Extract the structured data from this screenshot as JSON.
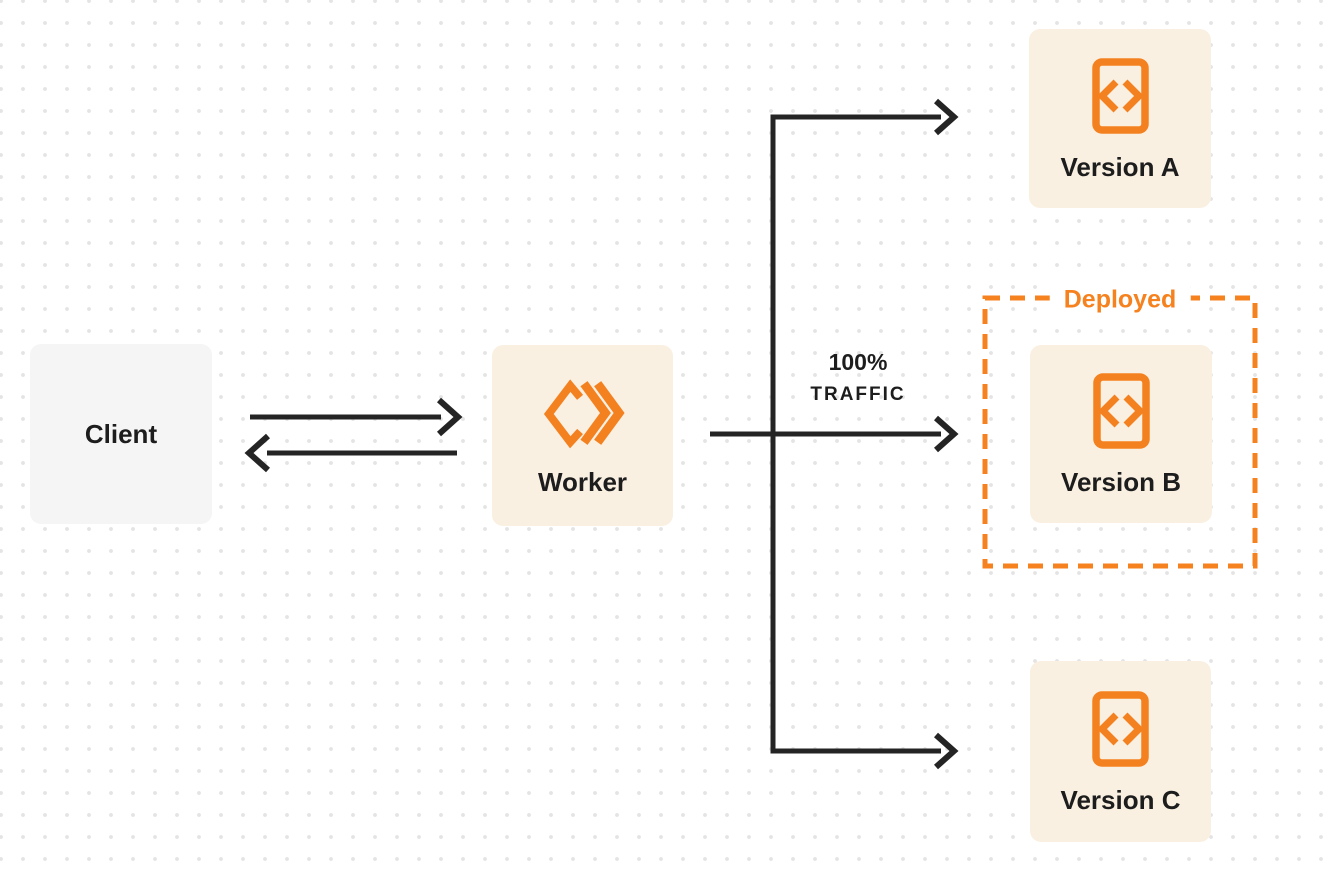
{
  "colors": {
    "accent_orange": "#F6821F",
    "logo_orange": "#F48120",
    "box_cream": "#FAF0E2",
    "box_gray": "#F5F5F6",
    "line_dark": "#242424",
    "text_dark": "#1D1D1D",
    "dot_color": "#E4E4E4",
    "canvas_bg": "#FFFFFF"
  },
  "nodes": {
    "client": {
      "label": "Client"
    },
    "worker": {
      "label": "Worker",
      "icon": "cloudflare-workers-logo-icon"
    },
    "version_a": {
      "label": "Version A",
      "icon": "code-file-icon"
    },
    "version_b": {
      "label": "Version B",
      "icon": "code-file-icon"
    },
    "version_c": {
      "label": "Version C",
      "icon": "code-file-icon"
    }
  },
  "annotations": {
    "deployed": {
      "label": "Deployed"
    },
    "traffic": {
      "line1": "100%",
      "line2": "TRAFFIC"
    }
  }
}
